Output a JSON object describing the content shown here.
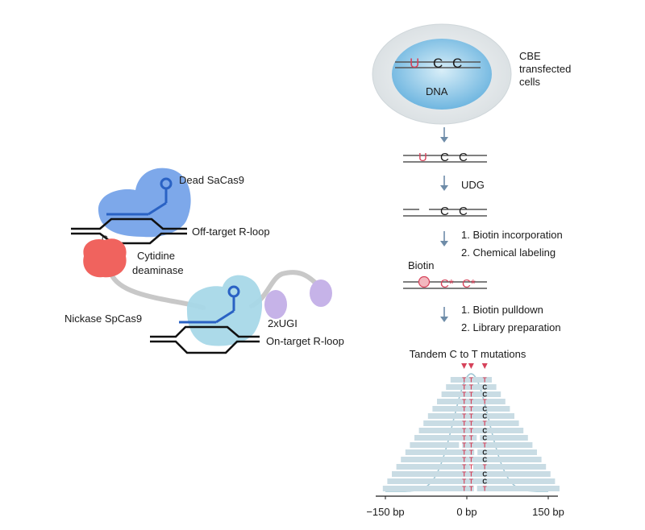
{
  "labels": {
    "dead_sacas9": "Dead SaCas9",
    "off_target": "Off-target R-loop",
    "c_letter": "C",
    "cytidine_1": "Cytidine",
    "cytidine_2": "deaminase",
    "nickase": "Nickase SpCas9",
    "ugi": "2xUGI",
    "on_target": "On-target R-loop"
  },
  "workflow": {
    "cbe_1": "CBE",
    "cbe_2": "transfected",
    "cbe_3": "cells",
    "dna": "DNA",
    "seq1": [
      "U",
      "C",
      "C"
    ],
    "seq2": [
      "U",
      "C",
      "C"
    ],
    "step_udg": "UDG",
    "seq3": [
      "C",
      "C"
    ],
    "step_biotin_1": "1. Biotin incorporation",
    "step_biotin_2": "2. Chemical labeling",
    "biotin_label": "Biotin",
    "seq4": [
      "C*",
      "C*"
    ],
    "step_pull_1": "1. Biotin pulldown",
    "step_pull_2": "2. Library preparation"
  },
  "read_plot": {
    "title": "Tandem C to T mutations",
    "xticks": [
      "−150 bp",
      "0 bp",
      "150 bp"
    ],
    "xrange": [
      -150,
      150
    ],
    "mutation_positions_bp": [
      -5,
      8,
      33
    ],
    "read_letters": [
      "T",
      "C"
    ]
  },
  "colors": {
    "sacas9": "#6f9ee8",
    "deaminase": "#f0635e",
    "spcas9": "#a8d8e8",
    "ugi": "#c6b3e8",
    "guide": "#2a62c4",
    "mutation_red": "#d6425a",
    "read_bar": "#c9dce4",
    "nucleus": "#8ec9e8",
    "cell": "#e2e7ea"
  }
}
